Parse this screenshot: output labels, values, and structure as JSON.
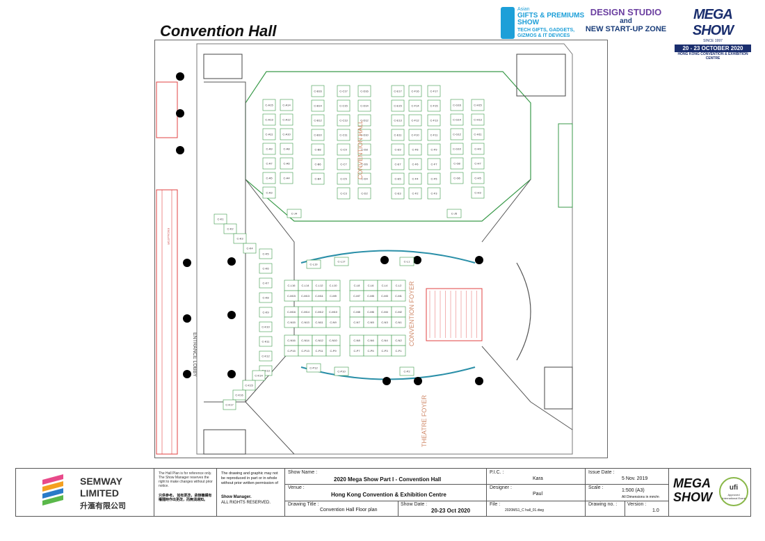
{
  "header": {
    "title": "Convention Hall",
    "logos": {
      "asian_gifts": {
        "line1": "Asian",
        "line2": "GIFTS & PREMIUMS SHOW",
        "line3": "TECH GIFTS, GADGETS, GIZMOS & IT DEVICES"
      },
      "design_studio": {
        "line1": "DESIGN STUDIO",
        "line2": "and",
        "line3": "NEW START-UP ZONE"
      },
      "mega_show": {
        "line1": "MEGA SHOW",
        "since": "SINCE 1997",
        "dates": "20 - 23 OCTOBER 2020",
        "venue": "HONG KONG CONVENTION & EXHIBITION CENTRE"
      }
    }
  },
  "plan": {
    "hall_label": "CONVENTION HALL",
    "foyer_label": "CONVENTION FOYER",
    "theatre_label": "THEATRE FOYER",
    "lobby_label": "ENTRANCE LOBBY",
    "escalator_label": "ESCALATOR",
    "north_booths": [
      [
        "C-A15",
        "C-A13",
        "C-A11",
        "C-A9",
        "C-A7",
        "C-A5",
        "C-A3"
      ],
      [
        "C-A14",
        "C-A12",
        "C-A10",
        "C-A8",
        "C-A6",
        "C-A4"
      ],
      [
        "C-B16",
        "C-B14",
        "C-B12",
        "C-B10",
        "C-B8",
        "C-B6",
        "C-B4"
      ],
      [
        "C-C17",
        "C-C15",
        "C-C13",
        "C-C11",
        "C-C9",
        "C-C7",
        "C-C5",
        "C-C3"
      ],
      [
        "C-D16",
        "C-D14",
        "C-D12",
        "C-D10",
        "C-D8",
        "C-D6",
        "C-D4",
        "C-D2"
      ],
      [
        "C-E17",
        "C-E15",
        "C-E13",
        "C-E11",
        "C-E9",
        "C-E7",
        "C-E5",
        "C-E3"
      ],
      [
        "C-F16",
        "C-F14",
        "C-F12",
        "C-F10",
        "C-F8",
        "C-F6",
        "C-F4",
        "C-F2"
      ],
      [
        "C-F17",
        "C-F15",
        "C-F13",
        "C-F11",
        "C-F9",
        "C-F7",
        "C-F5",
        "C-F3"
      ],
      [
        "C-G16",
        "C-G14",
        "C-G12",
        "C-G10",
        "C-G8",
        "C-G6"
      ],
      [
        "C-H15",
        "C-H13",
        "C-H11",
        "C-H9",
        "C-H7",
        "C-H5",
        "C-H3"
      ]
    ],
    "west_booths": [
      "C-K1",
      "C-K2",
      "C-K3",
      "C-K4",
      "C-K5",
      "C-K6",
      "C-K7",
      "C-K8",
      "C-K9",
      "C-K10",
      "C-K11",
      "C-K12",
      "C-K13",
      "C-K14",
      "C-K15",
      "C-K16",
      "C-K17"
    ],
    "foyer_booths": [
      [
        "C-L16",
        "C-L14",
        "C-L12",
        "C-L10",
        "C-L8",
        "C-L6",
        "C-L4",
        "C-L2"
      ],
      [
        "C-M15",
        "C-M13",
        "C-M11",
        "C-M9",
        "C-M7",
        "C-M5",
        "C-M3",
        "C-M1"
      ],
      [
        "C-M16",
        "C-M14",
        "C-M12",
        "C-M10",
        "C-M8",
        "C-M6",
        "C-M4",
        "C-M2"
      ],
      [
        "C-N15",
        "C-N13",
        "C-N11",
        "C-N9",
        "C-N7",
        "C-N5",
        "C-N3",
        "C-N1"
      ],
      [
        "C-N16",
        "C-N14",
        "C-N12",
        "C-N10",
        "C-N8",
        "C-N6",
        "C-N4",
        "C-N2"
      ],
      [
        "C-P15",
        "C-P13",
        "C-P11",
        "C-P9",
        "C-P7",
        "C-P5",
        "C-P3",
        "C-P1"
      ]
    ],
    "misc_booths": {
      "l19": "C-L19",
      "l17": "C-L17",
      "l1": "C-L1",
      "p12": "C-P12",
      "p10": "C-P10",
      "p2": "C-P2",
      "j4": "C-J4",
      "j5": "C-J5"
    }
  },
  "titleblock": {
    "company": {
      "line1": "SEMWAY",
      "line2": "LIMITED",
      "line3": "升滙有限公司"
    },
    "note_en": "The Hall Plan is for reference only. The Show Manager reserves the right to make changes without prior notice.",
    "note_cn": "只供參考。 如有更改，承辦機構有權隨時作出更改，而無須通知。",
    "copyright": "The drawing and graphic may not be reproduced in part or in whole without prior written permission of",
    "copyright_bold": "Show Manager.",
    "rights": "ALL RIGHTS RESERVED.",
    "show_name_label": "Show Name :",
    "show_name": "2020 Mega Show Part I - Convention Hall",
    "venue_label": "Venue :",
    "venue": "Hong Kong Convention & Exhibition Centre",
    "drawing_title_label": "Drawing Title :",
    "drawing_title": "Convention Hall Floor plan",
    "show_date_label": "Show Date :",
    "show_date": "20-23 Oct 2020",
    "pic_label": "P.I.C. :",
    "pic": "Kara",
    "designer_label": "Designer :",
    "designer": "Paul",
    "file_label": "File :",
    "file": "2020MS1_C hall_01.dwg",
    "issue_date_label": "Issue Date :",
    "issue_date": "5 Nov. 2019",
    "scale_label": "Scale :",
    "scale": "1:500 (A3)",
    "dimensions": "All Dimensions in mm/m",
    "drawing_no_label": "Drawing no. :",
    "version_label": "Version :",
    "version": "1.0",
    "brand": {
      "mega": "MEGA",
      "show": "SHOW",
      "ufi": "ufi",
      "ufi_sub": "Approved International Event"
    }
  },
  "colors": {
    "booth_stroke": "#3a9a4a",
    "red_label": "#d42020",
    "lobby": "#e04040",
    "accent": "#1a2e6e"
  }
}
